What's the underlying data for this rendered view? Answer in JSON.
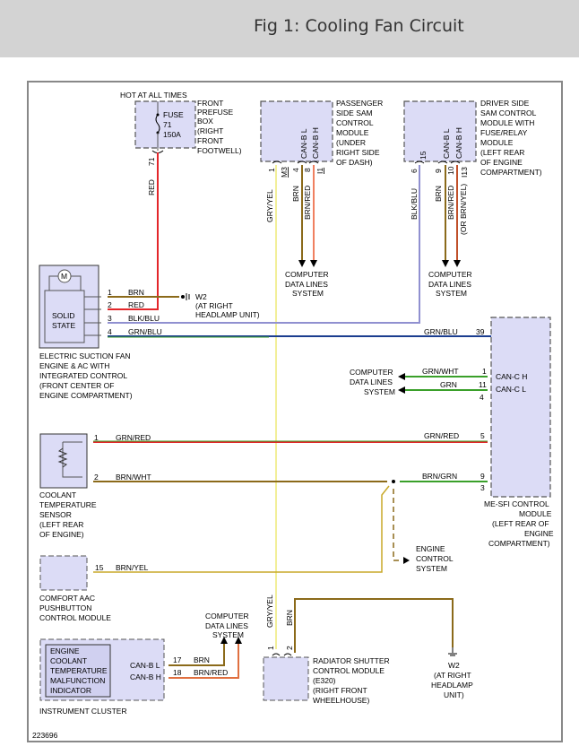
{
  "header": {
    "title": "Fig 1: Cooling Fan Circuit"
  },
  "figure_id": "223696",
  "colors": {
    "module_fill": "#dcdcf6",
    "red": "#e3262a",
    "brown": "#8b6a1a",
    "green": "#3aa02a",
    "blue": "#1b3d8f",
    "lavender": "#9090d0",
    "yellow": "#f2ef9a",
    "salmon": "#f08060"
  },
  "components": {
    "fuse_box": {
      "top_label": "HOT AT ALL TIMES",
      "fuse": [
        "FUSE",
        "71",
        "150A"
      ],
      "desc": [
        "FRONT",
        "PREFUSE",
        "BOX",
        "(RIGHT",
        "FRONT",
        "FOOTWELL)"
      ],
      "pin": "71",
      "wire": "RED"
    },
    "passenger_sam": {
      "desc": [
        "PASSENGER",
        "SIDE SAM",
        "CONTROL",
        "MODULE",
        "(UNDER",
        "RIGHT SIDE",
        "OF DASH)"
      ],
      "pins": [
        {
          "pin": "1",
          "conn": "M3",
          "wire": "GRY/YEL"
        },
        {
          "pin": "4",
          "signal": "CAN-B L",
          "wire": "BRN"
        },
        {
          "pin": "8",
          "signal": "CAN-B H",
          "wire": "BRN/RED",
          "conn": "I1"
        }
      ],
      "dest": [
        "COMPUTER",
        "DATA LINES",
        "SYSTEM"
      ]
    },
    "driver_sam": {
      "desc": [
        "DRIVER SIDE",
        "SAM CONTROL",
        "MODULE WITH",
        "FUSE/RELAY",
        "MODULE",
        "(LEFT REAR",
        "OF ENGINE",
        "COMPARTMENT)"
      ],
      "pins": [
        {
          "pin": "6",
          "inner": "15",
          "wire": "BLK/BLU"
        },
        {
          "pin": "9",
          "signal": "CAN-B L",
          "wire": "BRN"
        },
        {
          "pin": "10",
          "signal": "CAN-B H",
          "wire": "BRN/RED",
          "alt": "(OR BRN/YEL)",
          "conn": "I13"
        }
      ],
      "dest": [
        "COMPUTER",
        "DATA LINES",
        "SYSTEM"
      ]
    },
    "fan": {
      "motor": "M",
      "inner": [
        "SOLID",
        "STATE"
      ],
      "desc": [
        "ELECTRIC SUCTION FAN",
        "ENGINE & AC WITH",
        "INTEGRATED CONTROL",
        "(FRONT CENTER OF",
        "ENGINE COMPARTMENT)"
      ],
      "pins": [
        {
          "pin": "1",
          "wire": "BRN"
        },
        {
          "pin": "2",
          "wire": "RED"
        },
        {
          "pin": "3",
          "wire": "BLK/BLU"
        },
        {
          "pin": "4",
          "wire": "GRN/BLU"
        }
      ],
      "ground": [
        "W2",
        "(AT RIGHT",
        "HEADLAMP UNIT)"
      ]
    },
    "me_sfi": {
      "desc": [
        "ME-SFI CONTROL",
        "MODULE",
        "(LEFT REAR OF",
        "ENGINE",
        "COMPARTMENT)"
      ],
      "signals": [
        "CAN-C H",
        "CAN-C L"
      ],
      "pins": [
        {
          "pin": "39",
          "wire": "GRN/BLU"
        },
        {
          "pin": "1",
          "wire": "GRN/WHT"
        },
        {
          "pin": "11",
          "wire": "GRN"
        },
        {
          "pin": "4"
        },
        {
          "pin": "5",
          "wire": "GRN/RED"
        },
        {
          "pin": "9",
          "wire": "BRN/GRN"
        },
        {
          "pin": "3"
        }
      ],
      "data_dest": [
        "COMPUTER",
        "DATA LINES",
        "SYSTEM"
      ]
    },
    "coolant_sensor": {
      "desc": [
        "COOLANT",
        "TEMPERATURE",
        "SENSOR",
        "(LEFT REAR",
        "OF ENGINE)"
      ],
      "pins": [
        {
          "pin": "1",
          "wire": "GRN/RED"
        },
        {
          "pin": "2",
          "wire": "BRN/WHT"
        }
      ]
    },
    "engine_control": [
      "ENGINE",
      "CONTROL",
      "SYSTEM"
    ],
    "comfort": {
      "desc": [
        "COMFORT AAC",
        "PUSHBUTTON",
        "CONTROL MODULE"
      ],
      "pin": "15",
      "wire": "BRN/YEL"
    },
    "cluster": {
      "inner": [
        "ENGINE",
        "COOLANT",
        "TEMPERATURE",
        "MALFUNCTION",
        "INDICATOR"
      ],
      "desc": "INSTRUMENT CLUSTER",
      "signals": [
        "CAN-B L",
        "CAN-B H"
      ],
      "pins": [
        {
          "pin": "17",
          "wire": "BRN"
        },
        {
          "pin": "18",
          "wire": "BRN/RED"
        }
      ],
      "dest": [
        "COMPUTER",
        "DATA LINES",
        "SYSTEM"
      ]
    },
    "shutter": {
      "desc": [
        "RADIATOR SHUTTER",
        "CONTROL MODULE",
        "(E320)",
        "(RIGHT FRONT",
        "WHEELHOUSE)"
      ],
      "pins": [
        {
          "pin": "1",
          "wire": "GRY/YEL"
        },
        {
          "pin": "2",
          "wire": "BRN"
        }
      ],
      "ground": [
        "W2",
        "(AT RIGHT",
        "HEADLAMP",
        "UNIT)"
      ]
    }
  }
}
